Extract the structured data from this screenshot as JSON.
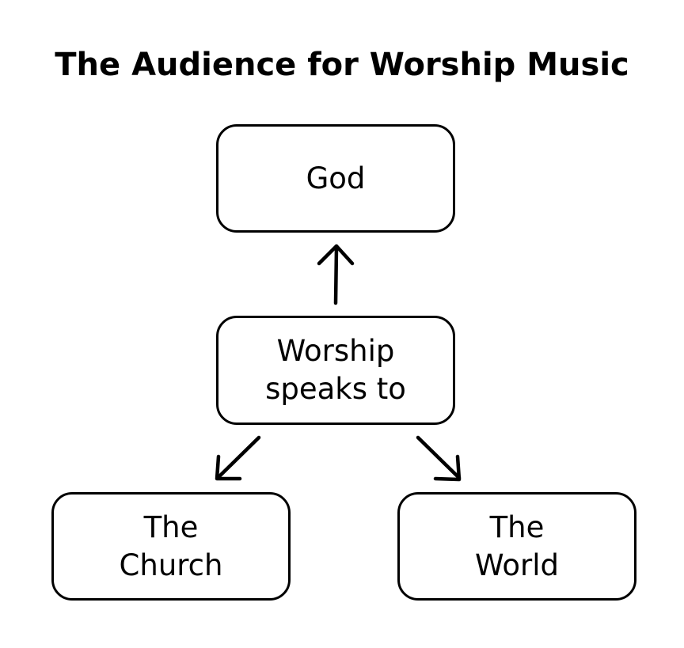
{
  "diagram": {
    "title": "The Audience for Worship Music",
    "nodes": {
      "god": "God",
      "worship": "Worship\nspeaks to",
      "church": "The\nChurch",
      "world": "The\nWorld"
    },
    "edges": [
      {
        "from": "worship",
        "to": "god"
      },
      {
        "from": "worship",
        "to": "church"
      },
      {
        "from": "worship",
        "to": "world"
      }
    ],
    "colors": {
      "stroke": "#000000",
      "background": "#ffffff",
      "text": "#000000"
    }
  }
}
